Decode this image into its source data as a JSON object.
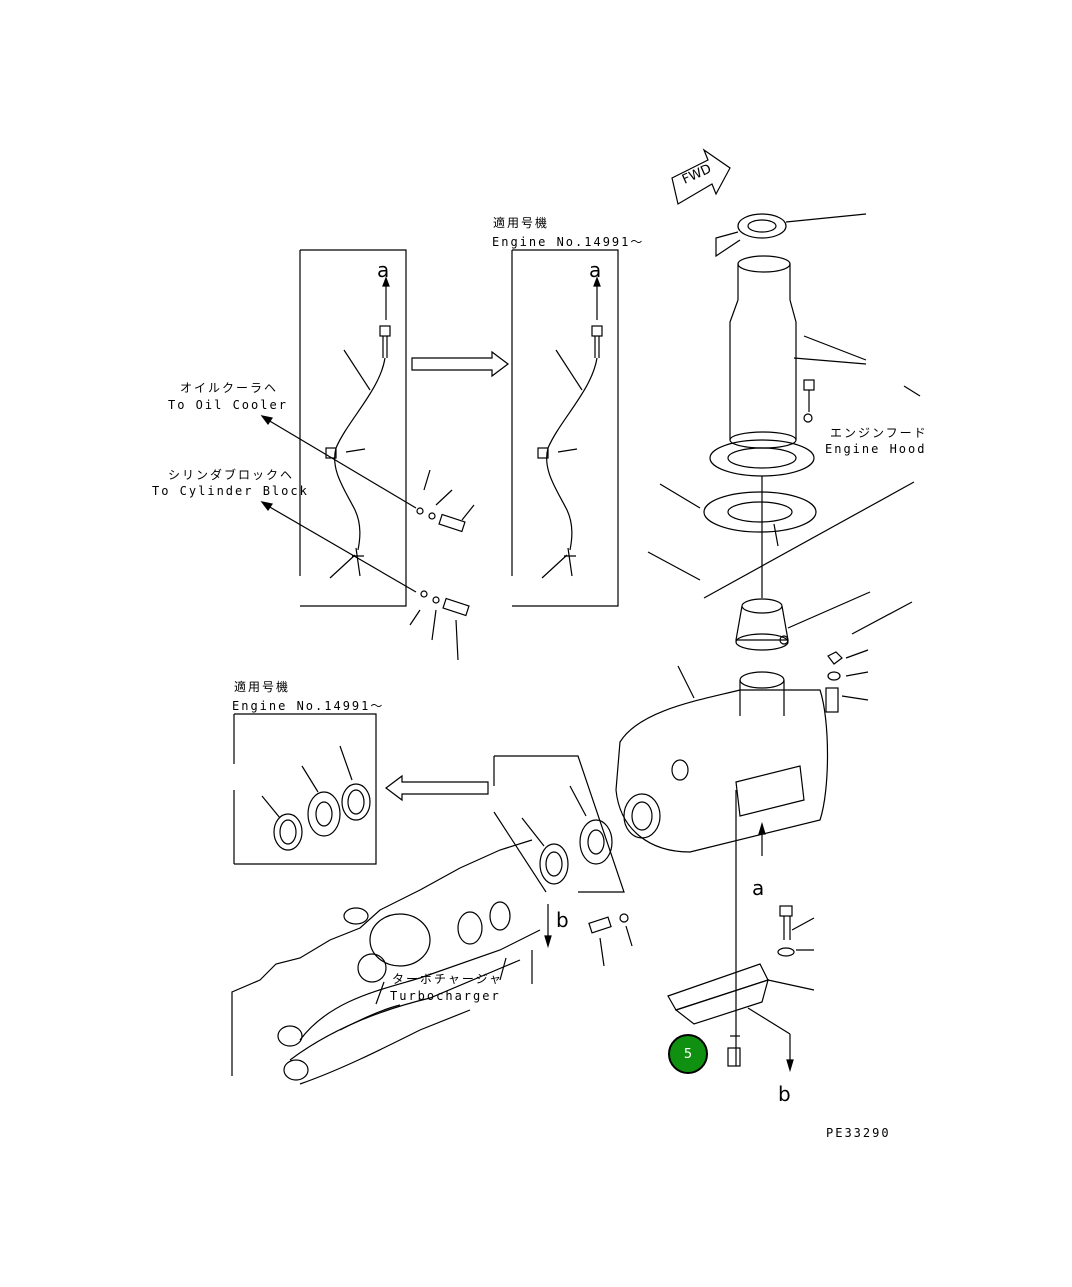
{
  "fwd_arrow": {
    "label": "FWD"
  },
  "top_panel": {
    "applicable_jp": "適用号機",
    "applicable_en": "Engine No.14991〜"
  },
  "left_panel": {
    "oil_cooler_jp": "オイルクーラヘ",
    "oil_cooler_en": "To Oil Cooler",
    "cyl_block_jp": "シリンダブロックヘ",
    "cyl_block_en": "To Cylinder Block"
  },
  "engine_hood": {
    "jp": "エンジンフード",
    "en": "Engine Hood"
  },
  "lower_panel": {
    "applicable_jp": "適用号機",
    "applicable_en": "Engine No.14991〜"
  },
  "turbocharger": {
    "jp": "ターボチャージャ",
    "en": "Turbocharger"
  },
  "refs": {
    "a": "a",
    "b": "b"
  },
  "callout": {
    "number": "5",
    "color": "#109010"
  },
  "drawing_number": "PE33290"
}
